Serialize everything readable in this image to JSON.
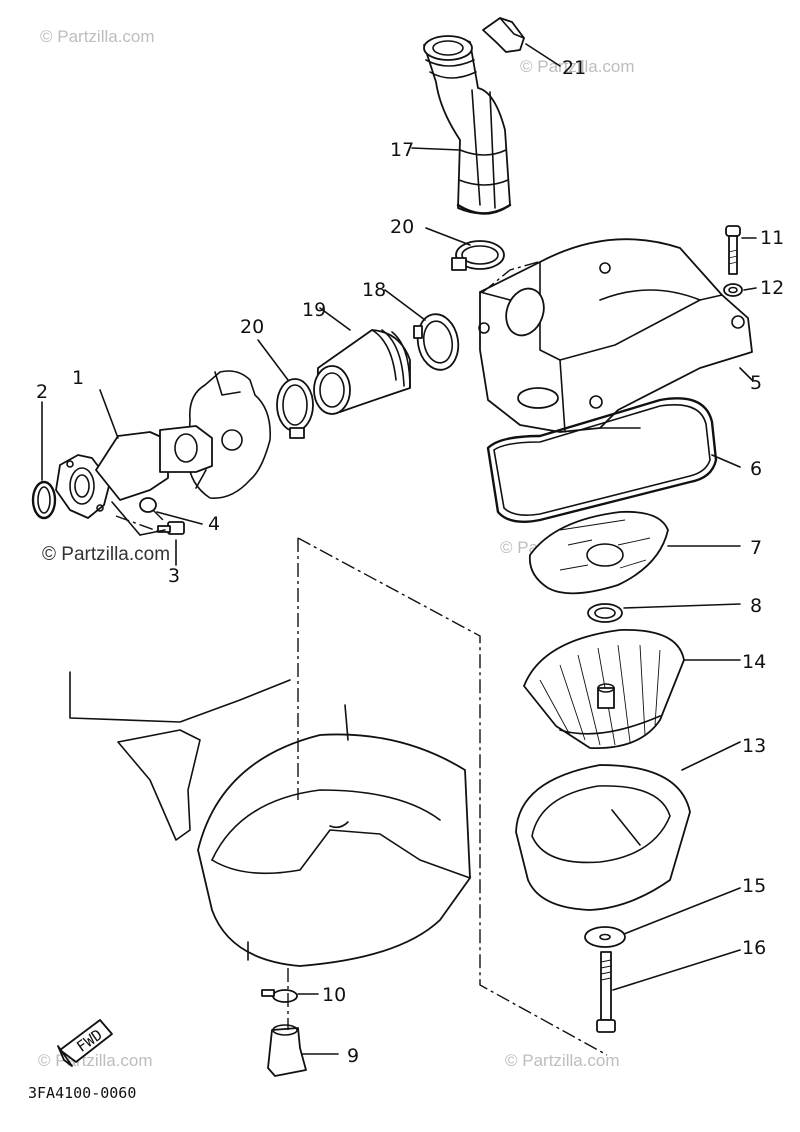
{
  "diagram": {
    "drawing_code": "3FA4100-0060",
    "fwd_label": "FWD",
    "watermark_main": "© Partzilla.com",
    "watermark": "© Partzilla.com",
    "callouts": [
      "1",
      "2",
      "3",
      "4",
      "5",
      "6",
      "7",
      "8",
      "9",
      "10",
      "11",
      "12",
      "13",
      "14",
      "15",
      "16",
      "17",
      "18",
      "19",
      "20",
      "20",
      "21"
    ]
  }
}
